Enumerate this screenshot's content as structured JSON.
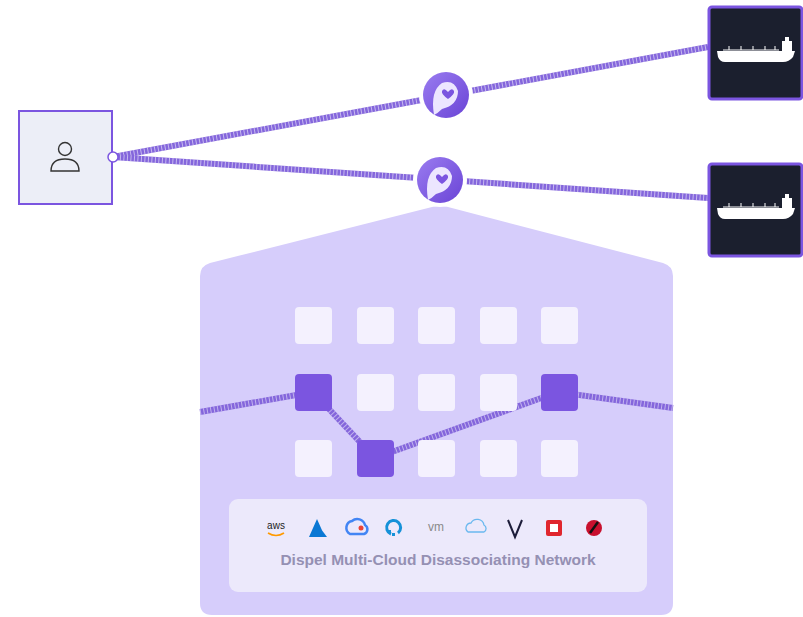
{
  "diagram": {
    "nodes": [
      {
        "text": [
          "Dispel Multi-Cloud Disassociating Network"
        ]
      }
    ],
    "labels": [
      "aws",
      "vm"
    ]
  }
}
